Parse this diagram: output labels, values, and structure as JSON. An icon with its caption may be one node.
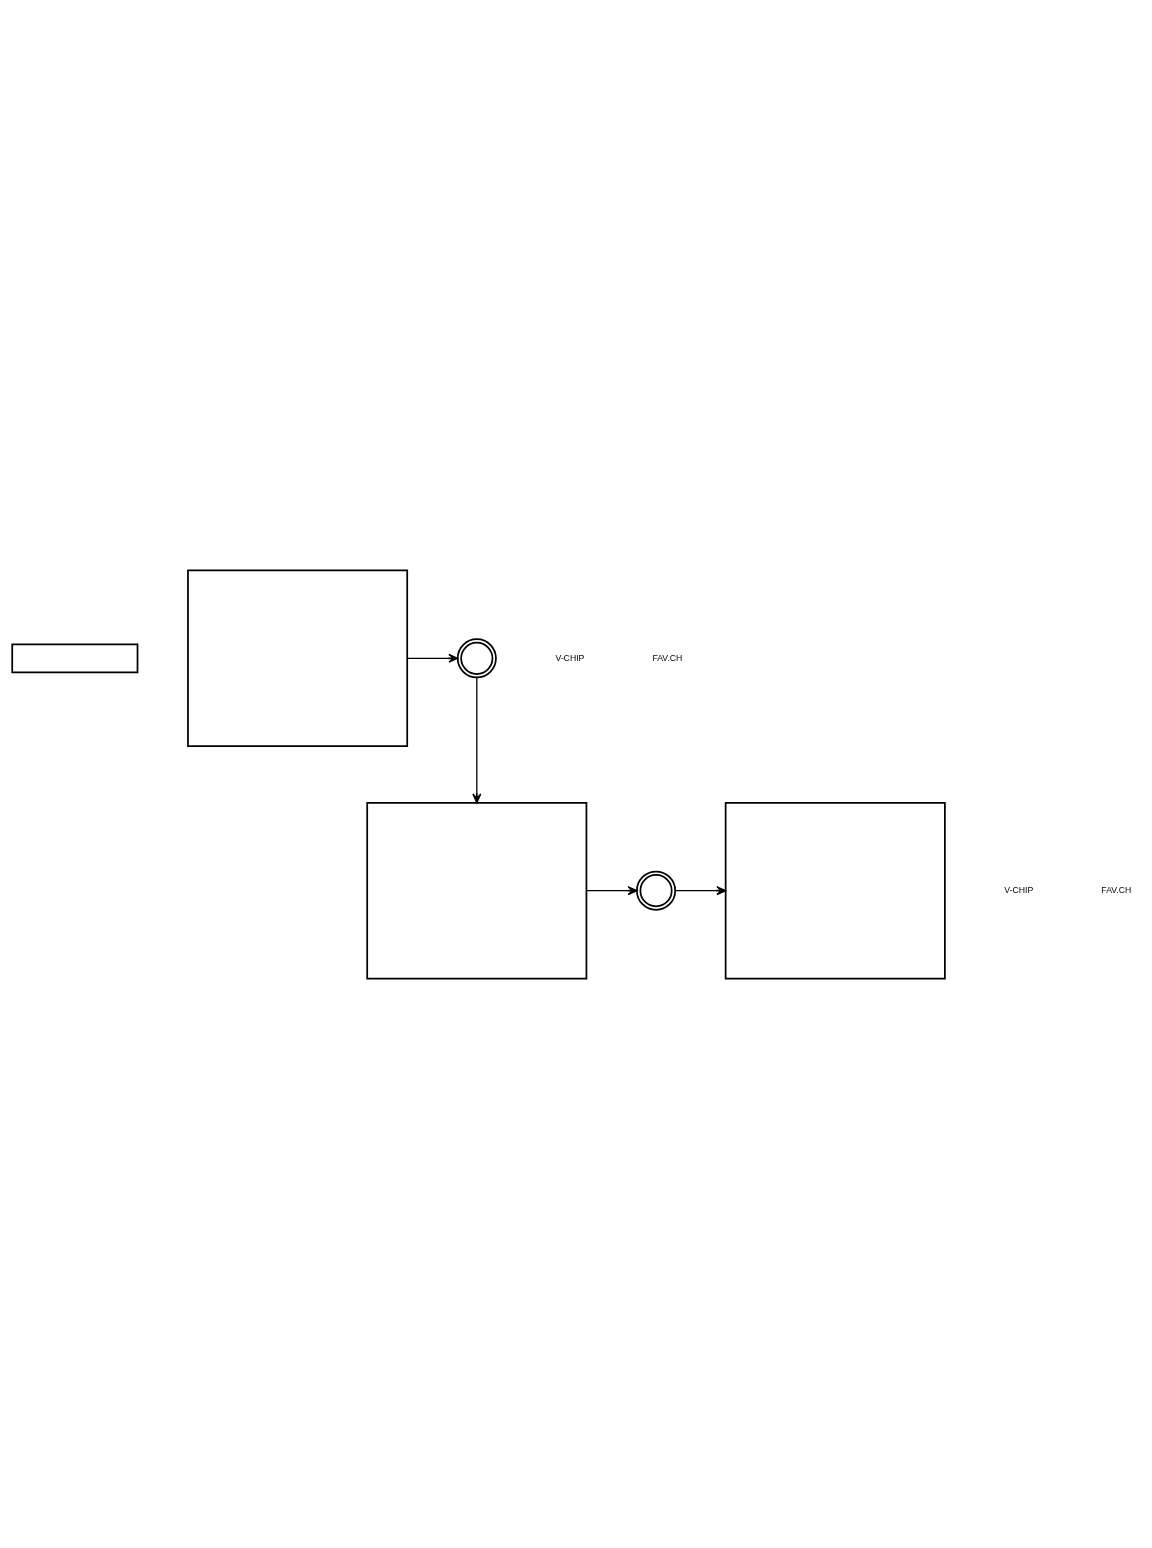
{
  "diagram": {
    "nodes": [
      {
        "text": [],
        "shape": "box"
      },
      {
        "text": [],
        "shape": "box"
      },
      {
        "text": [],
        "shape": "circle"
      },
      {
        "text": [],
        "shape": "box"
      },
      {
        "text": [],
        "shape": "circle"
      },
      {
        "text": [],
        "shape": "box"
      }
    ],
    "edges": [
      {
        "from": 1,
        "to": 2,
        "arrow": "to"
      },
      {
        "from": 2,
        "to": 3,
        "arrow": "to"
      },
      {
        "from": 3,
        "to": 4,
        "arrow": "to"
      },
      {
        "from": 4,
        "to": 5,
        "arrow": "to"
      }
    ],
    "labels": [
      "V-CHIP",
      "FAV.CH",
      "V-CHIP",
      "FAV.CH"
    ]
  }
}
